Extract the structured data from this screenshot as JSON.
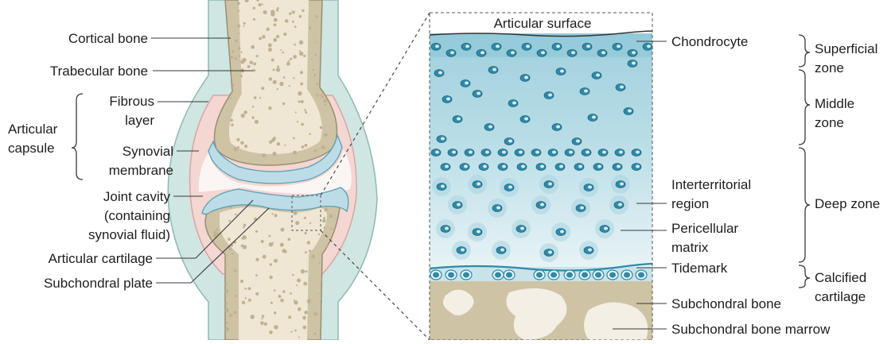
{
  "joint_labels": {
    "cortical_bone": "Cortical bone",
    "trabecular_bone": "Trabecular bone",
    "fibrous_layer_1": "Fibrous",
    "fibrous_layer_2": "layer",
    "articular_capsule_1": "Articular",
    "articular_capsule_2": "capsule",
    "synovial_membrane_1": "Synovial",
    "synovial_membrane_2": "membrane",
    "joint_cavity_1": "Joint cavity",
    "joint_cavity_2": "(containing",
    "joint_cavity_3": "synovial fluid)",
    "articular_cartilage": "Articular cartilage",
    "subchondral_plate": "Subchondral plate"
  },
  "detail_labels": {
    "articular_surface": "Articular surface",
    "chondrocyte": "Chondrocyte",
    "interterritorial_1": "Interterritorial",
    "interterritorial_2": "region",
    "pericellular_1": "Pericellular",
    "pericellular_2": "matrix",
    "tidemark": "Tidemark",
    "subchondral_bone": "Subchondral bone",
    "subchondral_bone_marrow": "Subchondral bone marrow"
  },
  "zones": {
    "superficial_1": "Superficial",
    "superficial_2": "zone",
    "middle_1": "Middle",
    "middle_2": "zone",
    "deep": "Deep zone",
    "calcified_1": "Calcified",
    "calcified_2": "cartilage"
  },
  "colors": {
    "bone": "#cfc3a6",
    "trabecular": "#efe7d4",
    "capsule_outer": "#cfe6e2",
    "synovial": "#f4d6d2",
    "cartilage": "#bcdde8",
    "cartilage_top": "#8ec6d7",
    "cell": "#2e8aa8"
  }
}
